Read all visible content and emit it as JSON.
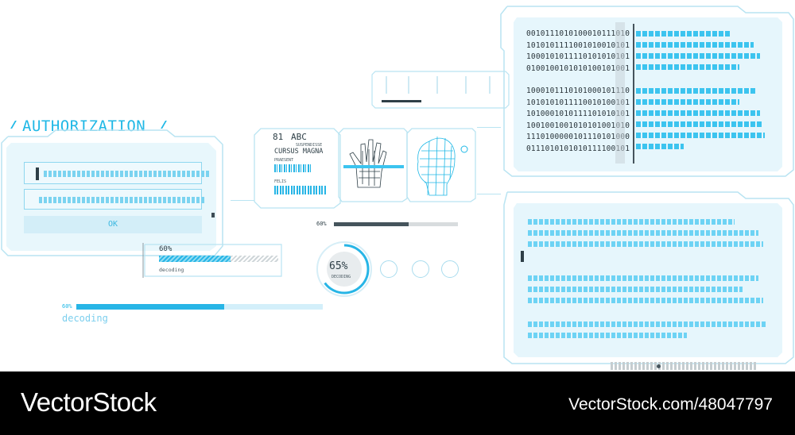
{
  "auth": {
    "title": "AUTHORIZATION",
    "ok_label": "OK",
    "caret": "|"
  },
  "id_card": {
    "number": "81",
    "code": "ABC",
    "sub": "SUSPENDISSE",
    "name": "CURSUS MAGNA",
    "label1": "PRAESENT",
    "label2": "FELIS"
  },
  "progress_small": {
    "label": "60%",
    "value": 60,
    "caption": "decoding"
  },
  "progress_mid": {
    "label": "60%",
    "value": 60
  },
  "progress_bottom": {
    "label": "60%",
    "value": 60,
    "caption": "decoding"
  },
  "dial": {
    "percent": "65%",
    "caption": "DECODING",
    "value": 65
  },
  "binary_blocks": [
    [
      "0010111010100010111010",
      "1010101111001010010101",
      "1000101011110101010101",
      "0100100101010100101001"
    ],
    [
      "1000101110101000101110",
      "1010101011110010100101",
      "1010001010111101010101",
      "1001001001010101001010",
      "1110100000101110101000",
      "0111010101010111100101"
    ]
  ],
  "colors": {
    "accent": "#1fb8e6",
    "frame": "#b9e4f2",
    "panel": "#e6f6fc"
  },
  "footer": {
    "brand": "VectorStock",
    "url": "VectorStock.com/48047797"
  }
}
